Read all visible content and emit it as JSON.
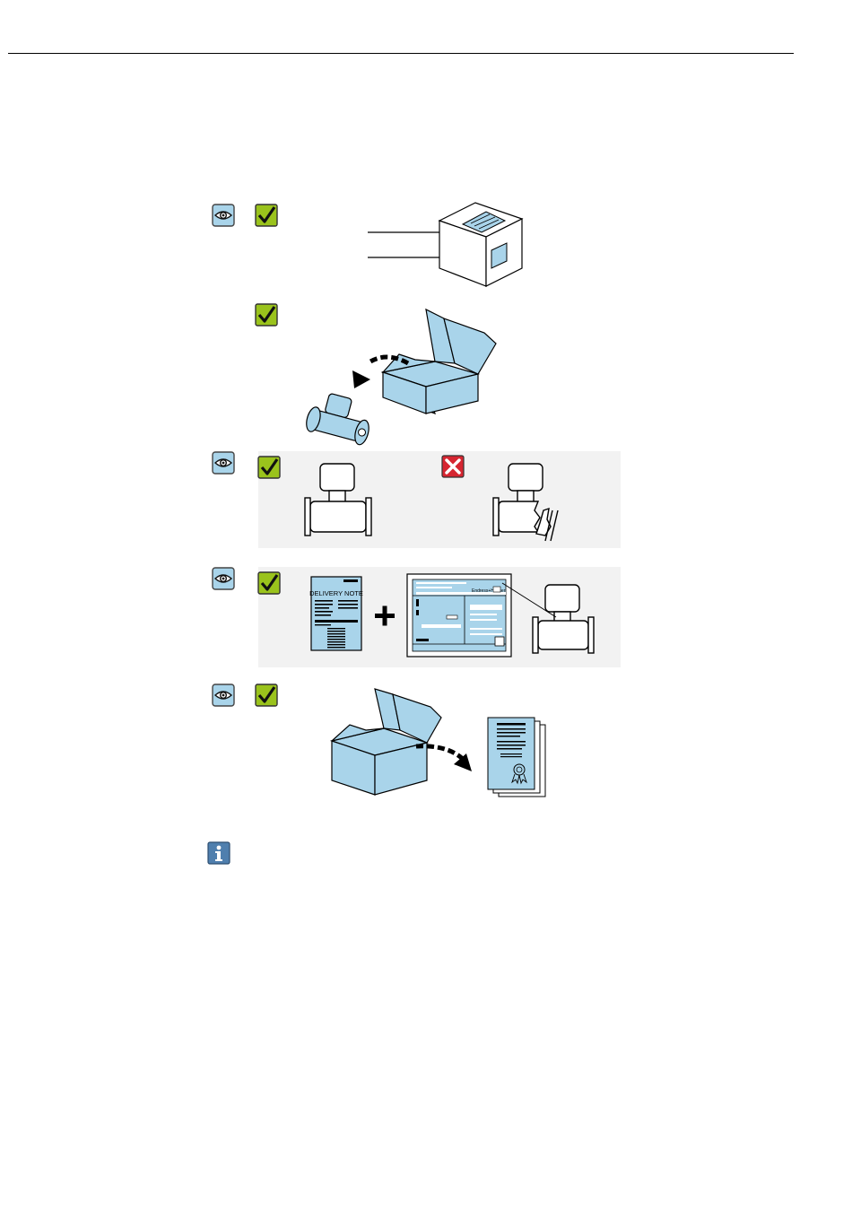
{
  "colors": {
    "light_blue": "#a9d4ea",
    "check_green": "#9ac31c",
    "cross_red": "#d62631",
    "panel_gray": "#f2f2f2",
    "info_blue": "#4f7fae"
  },
  "icons": [
    "eye-icon",
    "check-icon",
    "check-icon",
    "eye-icon",
    "check-icon",
    "cross-icon",
    "eye-icon",
    "check-icon",
    "eye-icon",
    "check-icon",
    "info-icon"
  ],
  "delivery_note": {
    "title": "DELIVERY NOTE",
    "logo_text": "Endress+Hauser"
  },
  "nameplate": {
    "brand": "Endress+Hauser"
  }
}
